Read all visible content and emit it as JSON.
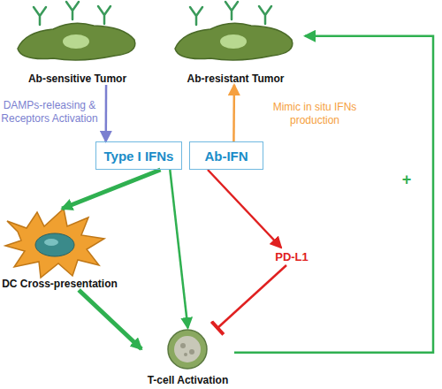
{
  "diagram": {
    "nodes": [
      {
        "text": [
          "Ab-sensitive Tumor"
        ]
      },
      {
        "text": [
          "Ab-resistant Tumor"
        ]
      },
      {
        "text": [
          "Type I IFNs"
        ]
      },
      {
        "text": [
          "Ab-IFN"
        ]
      },
      {
        "text": [
          "DC Cross-presentation"
        ]
      },
      {
        "text": [
          "PD-L1"
        ]
      },
      {
        "text": [
          "T-cell Activation"
        ]
      }
    ],
    "edges": [
      {
        "from": 0,
        "to": 2,
        "arrow": "to",
        "label": "DAMPs-releasing & Receptors Activation"
      },
      {
        "from": 3,
        "to": 1,
        "arrow": "to",
        "label": "Mimic in situ IFNs production"
      },
      {
        "from": 2,
        "to": 4,
        "arrow": "to"
      },
      {
        "from": 2,
        "to": 6,
        "arrow": "to"
      },
      {
        "from": 3,
        "to": 5,
        "arrow": "to"
      },
      {
        "from": 5,
        "to": 6,
        "arrow": "to"
      },
      {
        "from": 4,
        "to": 6,
        "arrow": "to"
      },
      {
        "from": 6,
        "to": 1,
        "arrow": "to",
        "label": "+"
      }
    ]
  }
}
